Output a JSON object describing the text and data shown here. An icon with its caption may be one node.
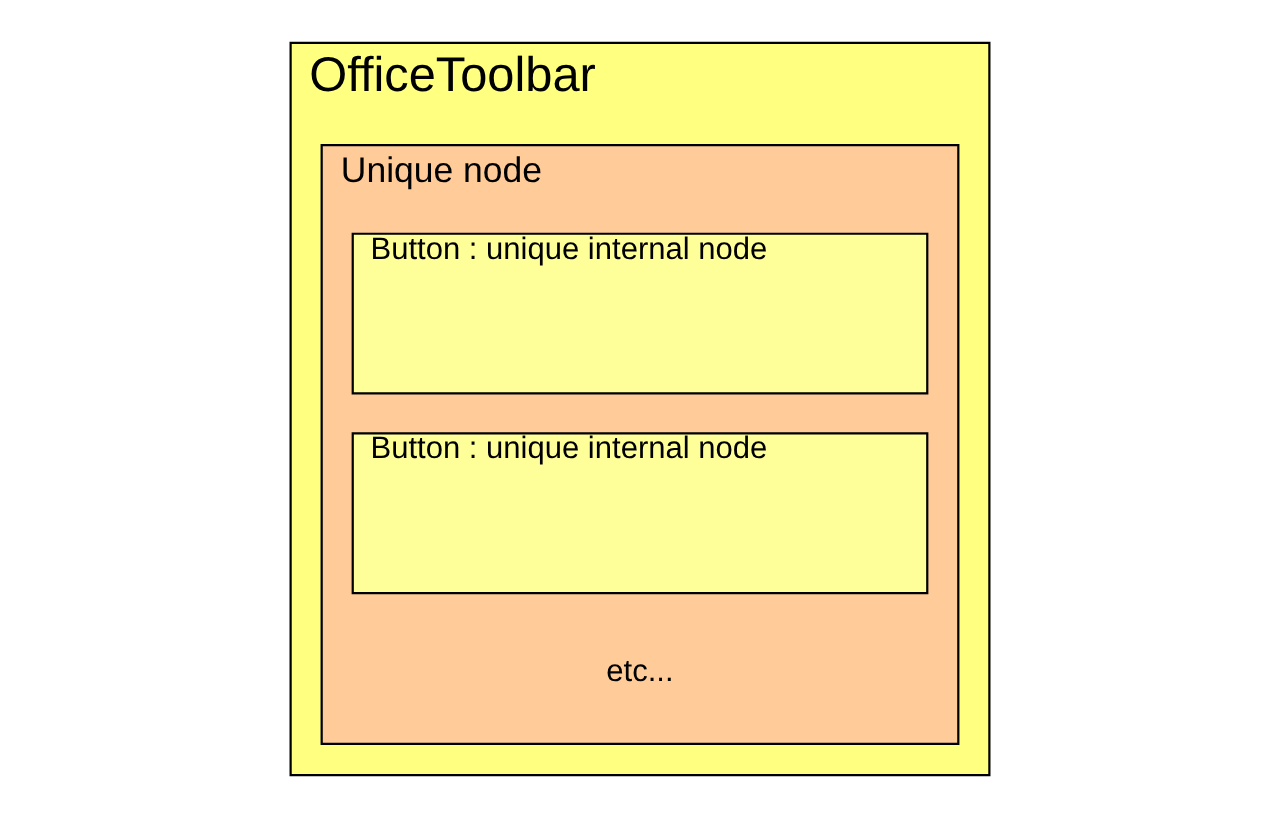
{
  "diagram": {
    "nodes": [
      {
        "text": [
          "OfficeToolbar"
        ]
      },
      {
        "text": [
          "Unique node"
        ],
        "in": 0
      },
      {
        "text": [
          "Button : unique internal node"
        ],
        "in": 1
      },
      {
        "text": [
          "Button : unique internal node"
        ],
        "in": 1
      }
    ],
    "labels": [
      "etc..."
    ]
  }
}
